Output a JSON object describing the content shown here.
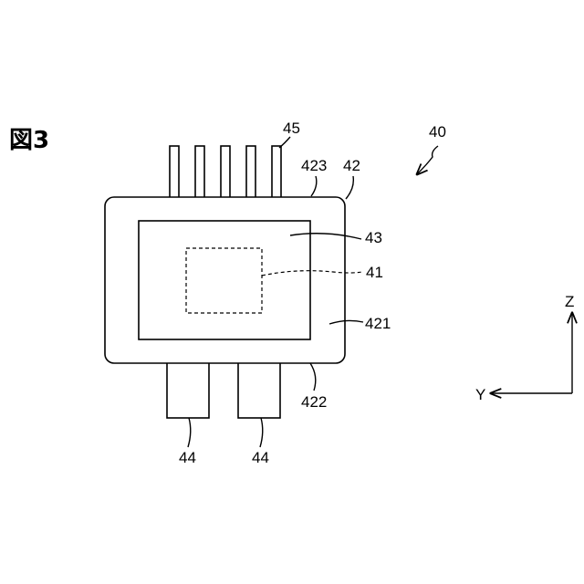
{
  "figure": {
    "title": "図3"
  },
  "labels": {
    "ref_40": "40",
    "ref_42": "42",
    "ref_43": "43",
    "ref_41": "41",
    "ref_45": "45",
    "ref_421": "421",
    "ref_422": "422",
    "ref_423": "423",
    "ref_44_left": "44",
    "ref_44_right": "44"
  },
  "axes": {
    "z": "Z",
    "y": "Y"
  }
}
